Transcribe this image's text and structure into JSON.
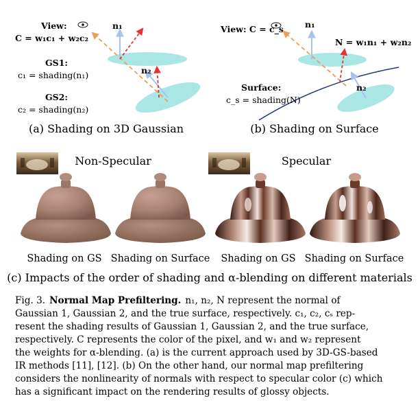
{
  "panel_a": {
    "view_label": "View:",
    "color_formula": "C = w₁c₁ + w₂c₂",
    "n1_label": "n₁",
    "n2_label": "n₂",
    "gs1_title": "GS1:",
    "gs1_formula": "c₁ = shading(n₁)",
    "gs2_title": "GS2:",
    "gs2_formula": "c₂ = shading(n₂)",
    "subcaption": "(a) Shading on 3D Gaussian"
  },
  "panel_b": {
    "view_label": "View: C = c_s",
    "n1_label": "n₁",
    "n2_label": "n₂",
    "normal_formula": "N = w₁n₁ + w₂n₂",
    "surface_title": "Surface:",
    "surface_formula": "c_s = shading(N)",
    "subcaption": "(b) Shading on Surface"
  },
  "panel_c": {
    "non_specular_label": "Non-Specular",
    "specular_label": "Specular",
    "bell_labels": [
      "Shading on GS",
      "Shading on Surface",
      "Shading on GS",
      "Shading on Surface"
    ],
    "subcaption": "(c) Impacts of the order of shading and α-blending on different materials"
  },
  "caption": {
    "figure_number": "Fig. 3.",
    "title": "Normal Map Prefiltering.",
    "lines": [
      "n₁, n₂, N represent the normal of",
      "Gaussian 1, Gaussian 2, and the true surface, respectively. c₁, c₂, cₛ rep-",
      "resent the shading results of Gaussian 1, Gaussian 2, and the true surface,",
      "respectively. C represents the color of the pixel, and w₁ and w₂ represent",
      "the weights for α-blending. (a) is the current approach used by 3D-GS-based",
      "IR methods [11], [12]. (b) On the other hand, our normal map prefiltering",
      "considers the nonlinearity of normals with respect to specular color (c) which",
      "has a significant impact on the rendering results of glossy objects."
    ]
  },
  "colors": {
    "gaussian_fill": "#a9e6e4",
    "view_ray": "#e8a15a",
    "red_arrow": "#e3342f",
    "normal_arrow": "#a9c2ea",
    "surface_curve": "#1f3a7a",
    "matte_bell": "#a98272",
    "chrome_bell": "#7a4636"
  },
  "icons": {
    "eye": "eye-icon"
  }
}
